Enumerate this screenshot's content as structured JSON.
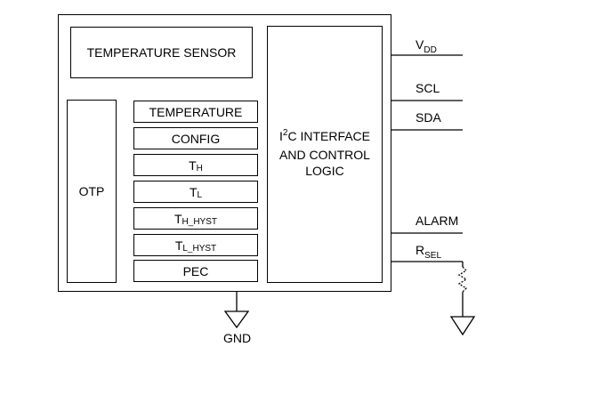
{
  "diagram": {
    "sensor_label": "TEMPERATURE SENSOR",
    "otp_label": "OTP",
    "registers": [
      {
        "main": "TEMPERATURE",
        "sub": ""
      },
      {
        "main": "CONFIG",
        "sub": ""
      },
      {
        "main": "T",
        "sub": "H"
      },
      {
        "main": "T",
        "sub": "L"
      },
      {
        "main": "T",
        "sub": "H_HYST"
      },
      {
        "main": "T",
        "sub": "L_HYST"
      },
      {
        "main": "PEC",
        "sub": ""
      }
    ],
    "interface": {
      "prefix": "I",
      "superscript": "2",
      "line1_rest": "C INTERFACE",
      "line2": "AND CONTROL",
      "line3": "LOGIC"
    },
    "pins": {
      "vdd": {
        "main": "V",
        "sub": "DD"
      },
      "scl": "SCL",
      "sda": "SDA",
      "alarm": "ALARM",
      "rsel": {
        "main": "R",
        "sub": "SEL"
      },
      "gnd": "GND"
    }
  }
}
